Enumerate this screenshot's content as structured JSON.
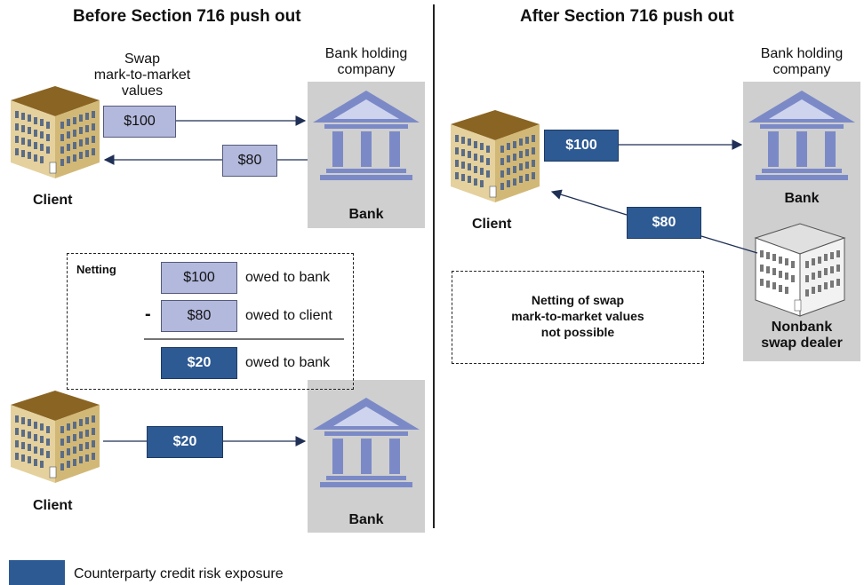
{
  "left_title": "Before Section 716 push out",
  "right_title": "After Section 716 push out",
  "swap_label": "Swap\nmark-to-market\nvalues",
  "bhc_label": "Bank holding\ncompany",
  "client_label": "Client",
  "bank_label": "Bank",
  "nonbank_label": "Nonbank\nswap dealer",
  "amounts": {
    "a100": "$100",
    "a80": "$80",
    "a20": "$20"
  },
  "netting": {
    "title": "Netting",
    "minus": "-",
    "row1_amount": "$100",
    "row1_text": "owed to bank",
    "row2_amount": "$80",
    "row2_text": "owed to client",
    "row3_amount": "$20",
    "row3_text": "owed to bank"
  },
  "no_netting_text": "Netting of swap\nmark-to-market values\nnot possible",
  "legend": {
    "text": "Counterparty credit risk exposure",
    "color": "#2e5a93"
  },
  "colors": {
    "light_box": "#b3b9dd",
    "dark_box": "#2e5a93",
    "panel": "#cfcfcf",
    "bank_icon": "#7b8ac7"
  }
}
